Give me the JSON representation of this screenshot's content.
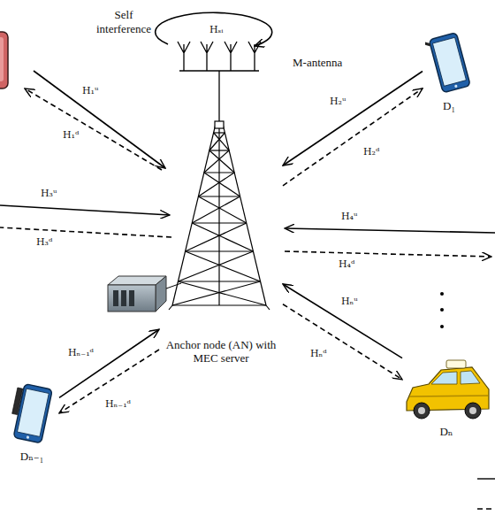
{
  "diagram": {
    "nodes": [
      {
        "text": [
          "Anchor node (AN) with MEC server"
        ]
      },
      {
        "text": [
          "D₁"
        ]
      },
      {
        "text": [
          "Dₙ₋₁"
        ]
      },
      {
        "text": [
          "Dₙ"
        ]
      }
    ],
    "edges": [
      {
        "from": 1,
        "to": 0,
        "arrow": "to",
        "label": "H₂ᵘ"
      },
      {
        "from": 0,
        "to": 1,
        "arrow": "to",
        "label": "H₂ᵈ"
      },
      {
        "from": 2,
        "to": 0,
        "arrow": "to",
        "label": "Hₙ₋₁ᵈ"
      },
      {
        "from": 0,
        "to": 2,
        "arrow": "to",
        "label": "Hₙ₋₁ᵈ"
      },
      {
        "from": 3,
        "to": 0,
        "arrow": "to",
        "label": "Hₙᵘ"
      },
      {
        "from": 0,
        "to": 3,
        "arrow": "to",
        "label": "Hₙᵈ"
      }
    ],
    "labels": [
      "Self interference",
      "Hₛᵢ",
      "M-antenna",
      "H₁ᵘ",
      "H₁ᵈ",
      "H₃ᵘ",
      "H₃ᵈ",
      "H₄ᵘ",
      "H₄ᵈ"
    ]
  }
}
